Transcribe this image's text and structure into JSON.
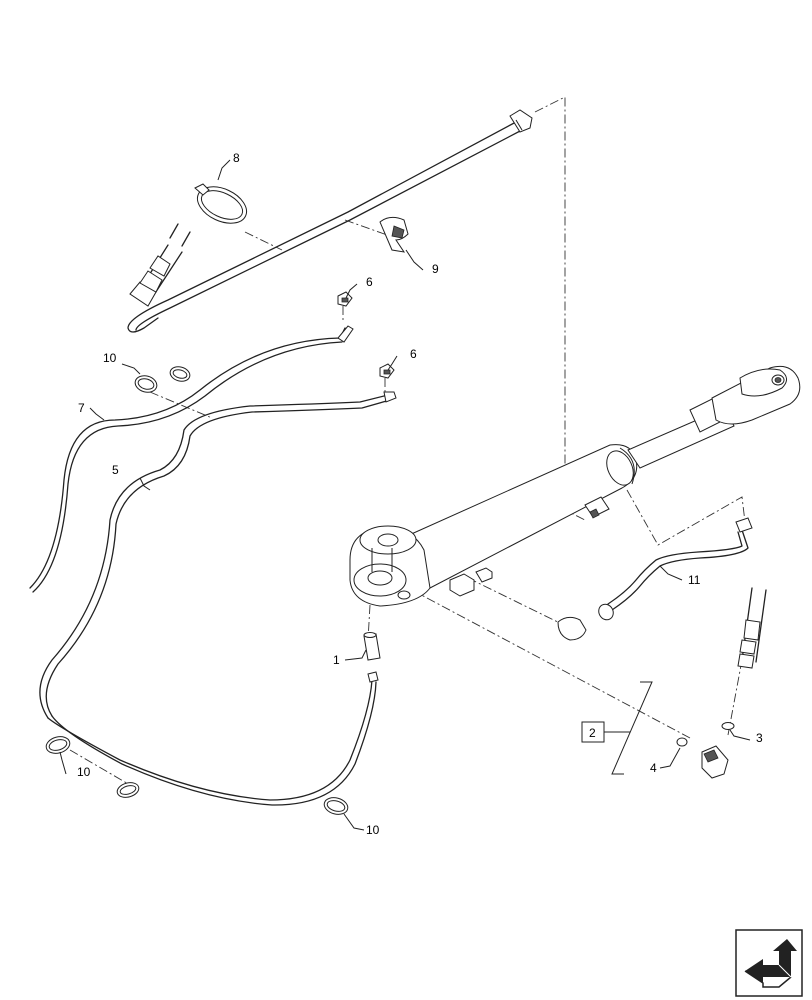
{
  "callouts": [
    {
      "id": "c1",
      "label": "1"
    },
    {
      "id": "c2",
      "label": "2"
    },
    {
      "id": "c3",
      "label": "3"
    },
    {
      "id": "c4",
      "label": "4"
    },
    {
      "id": "c5",
      "label": "5"
    },
    {
      "id": "c6a",
      "label": "6"
    },
    {
      "id": "c6b",
      "label": "6"
    },
    {
      "id": "c7",
      "label": "7"
    },
    {
      "id": "c8",
      "label": "8"
    },
    {
      "id": "c9",
      "label": "9"
    },
    {
      "id": "c10a",
      "label": "10"
    },
    {
      "id": "c10b",
      "label": "10"
    },
    {
      "id": "c10c",
      "label": "10"
    },
    {
      "id": "c11",
      "label": "11"
    }
  ],
  "nav_icon": "next-page-arrow-icon"
}
